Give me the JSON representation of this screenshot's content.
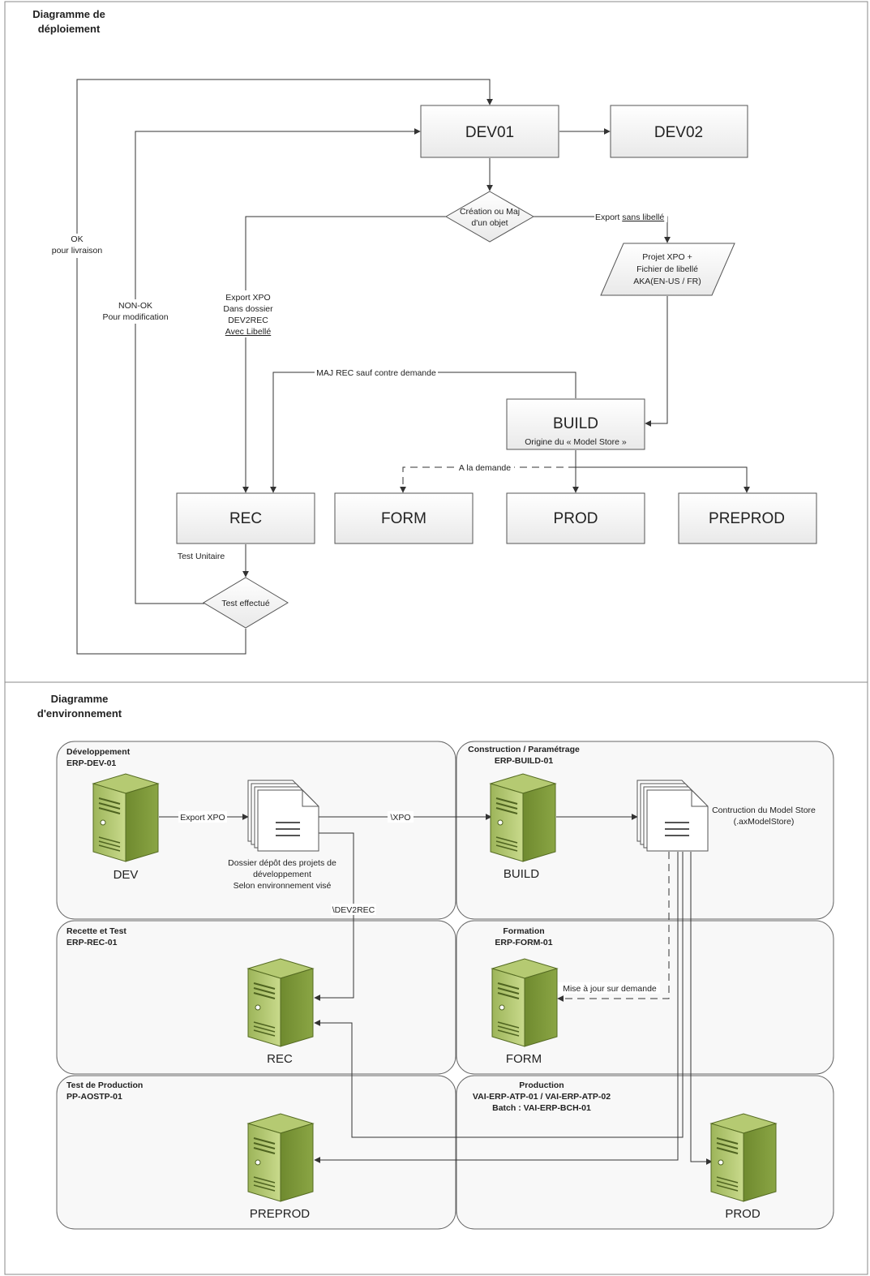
{
  "deployment": {
    "title_line1": "Diagramme de",
    "title_line2": "déploiement",
    "nodes": {
      "dev01": "DEV01",
      "dev02": "DEV02",
      "decision_line1": "Création ou Maj",
      "decision_line2": "d'un objet",
      "xpo_line1": "Projet XPO +",
      "xpo_line2": "Fichier de libellé",
      "xpo_line3": "AKA(EN-US / FR)",
      "build": "BUILD",
      "build_sub": "Origine du « Model Store »",
      "rec": "REC",
      "form": "FORM",
      "prod": "PROD",
      "preprod": "PREPROD",
      "test_decision": "Test effectué"
    },
    "labels": {
      "export_sans_prefix": "Export ",
      "export_sans_underlined": "sans libellé",
      "export_xpo_1": "Export XPO",
      "export_xpo_2": "Dans dossier",
      "export_xpo_3": "DEV2REC",
      "export_xpo_4": "Avec Libellé",
      "maj_rec": "MAJ REC sauf contre demande",
      "a_la_demande": "A la demande",
      "ok_1": "OK",
      "ok_2": "pour livraison",
      "nonok_1": "NON-OK",
      "nonok_2": "Pour modification",
      "test_unitaire": "Test Unitaire"
    }
  },
  "environment": {
    "title_line1": "Diagramme",
    "title_line2": "d'environnement",
    "zones": {
      "dev_title": "Développement",
      "dev_host": "ERP-DEV-01",
      "build_title": "Construction / Paramétrage",
      "build_host": "ERP-BUILD-01",
      "rec_title": "Recette et Test",
      "rec_host": "ERP-REC-01",
      "form_title": "Formation",
      "form_host": "ERP-FORM-01",
      "preprod_title": "Test de Production",
      "preprod_host": "PP-AOSTP-01",
      "prod_title": "Production",
      "prod_host1": "VAI-ERP-ATP-01 / VAI-ERP-ATP-02",
      "prod_host2": "Batch : VAI-ERP-BCH-01"
    },
    "servers": {
      "dev": "DEV",
      "build": "BUILD",
      "rec": "REC",
      "form": "FORM",
      "preprod": "PREPROD",
      "prod": "PROD"
    },
    "labels": {
      "export_xpo": "Export XPO",
      "xpo_path": "\\XPO",
      "dev2rec_path": "\\DEV2REC",
      "depot_1": "Dossier dépôt des projets de",
      "depot_2": "développement",
      "depot_3": "Selon environnement visé",
      "model_store_1": "Contruction du Model Store",
      "model_store_2": "(.axModelStore)",
      "maj_sur_demande": "Mise à jour sur demande"
    }
  }
}
